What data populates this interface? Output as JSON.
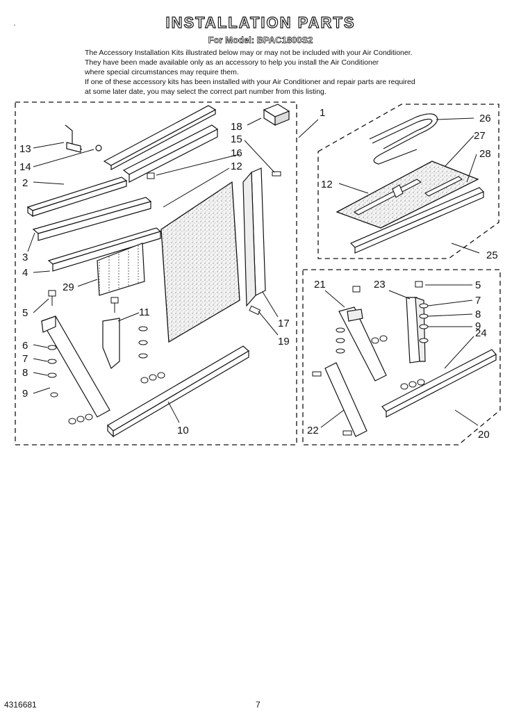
{
  "header": {
    "title": "INSTALLATION PARTS",
    "model": "For Model: BPAC1800S2"
  },
  "intro_lines": [
    "The Accessory Installation Kits illustrated below may or may not be included with your Air Conditioner.",
    "They have been made available only as an accessory to help you install the Air Conditioner",
    "where special circumstances may require them.",
    "If one of these accessory kits has been installed with your Air Conditioner and repair parts are required",
    "at some later date, you may select the correct part number from this listing."
  ],
  "callouts": {
    "left_kit": [
      "1",
      "18",
      "15",
      "16",
      "12",
      "13",
      "14",
      "2",
      "3",
      "4",
      "29",
      "5",
      "6",
      "7",
      "8",
      "9",
      "11",
      "10",
      "17",
      "19"
    ],
    "top_right_kit": [
      "26",
      "27",
      "28",
      "12",
      "25"
    ],
    "bottom_right_kit": [
      "21",
      "23",
      "5",
      "7",
      "8",
      "9",
      "24",
      "22",
      "20"
    ]
  },
  "footer": {
    "doc_number": "4316681",
    "page_number": "7"
  },
  "mark": "\""
}
